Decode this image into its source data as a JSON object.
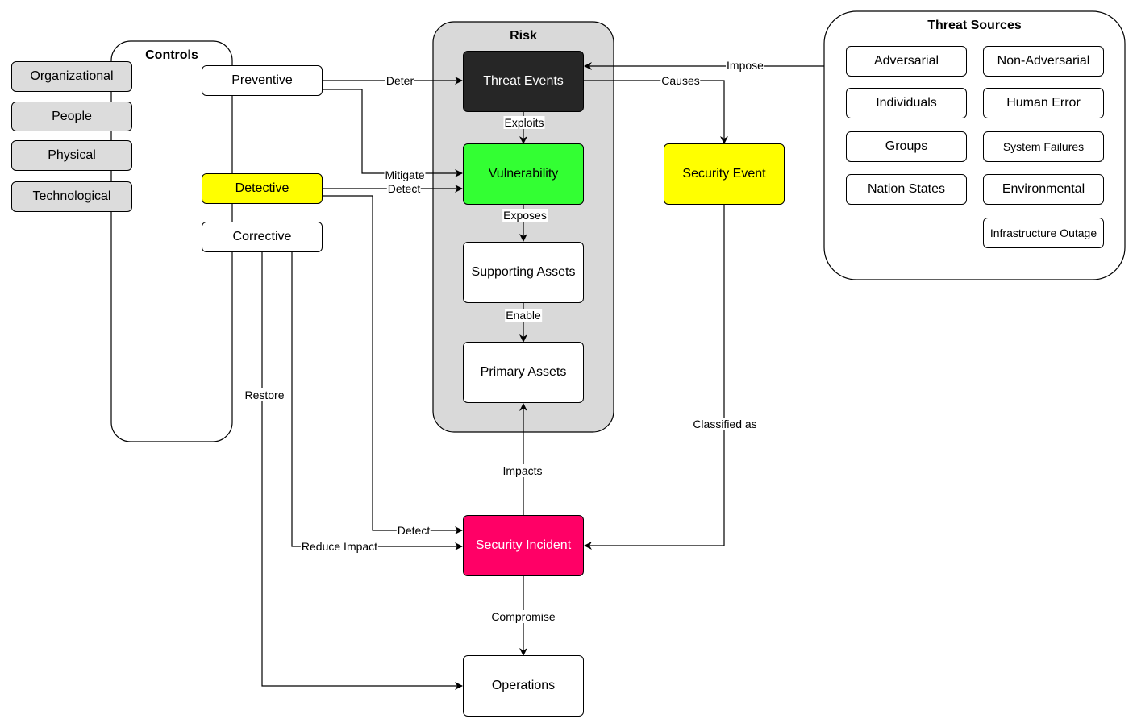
{
  "controls": {
    "title": "Controls",
    "categories": [
      "Organizational",
      "People",
      "Physical",
      "Technological"
    ],
    "types": {
      "preventive": "Preventive",
      "detective": "Detective",
      "corrective": "Corrective"
    }
  },
  "risk": {
    "title": "Risk",
    "threat_events": "Threat Events",
    "vulnerability": "Vulnerability",
    "supporting_assets": "Supporting Assets",
    "primary_assets": "Primary Assets"
  },
  "threat_sources": {
    "title": "Threat Sources",
    "items": [
      "Adversarial",
      "Non-Adversarial",
      "Individuals",
      "Human Error",
      "Groups",
      "System Failures",
      "Nation States",
      "Environmental",
      "Infrastructure Outage"
    ]
  },
  "security_event": "Security Event",
  "security_incident": "Security Incident",
  "operations": "Operations",
  "edges": {
    "deter": "Deter",
    "mitigate": "Mitigate",
    "detect_vuln": "Detect",
    "exploits": "Exploits",
    "exposes": "Exposes",
    "enable": "Enable",
    "impose": "Impose",
    "causes": "Causes",
    "classified_as": "Classified as",
    "impacts": "Impacts",
    "detect_incident": "Detect",
    "reduce_impact": "Reduce Impact",
    "restore": "Restore",
    "compromise": "Compromise"
  },
  "colors": {
    "threat_events": "#262626",
    "vulnerability": "#33ff33",
    "detective": "#ffff00",
    "security_event": "#ffff00",
    "security_incident": "#ff0066",
    "risk_container": "#d9d9d9",
    "control_category": "#dcdcdc"
  }
}
